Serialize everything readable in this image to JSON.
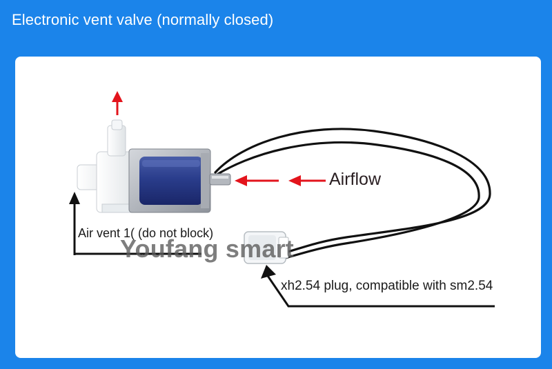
{
  "header": {
    "title": "Electronic vent valve (normally closed)"
  },
  "photo": {
    "labels": {
      "airflow": "Airflow",
      "vent": "Air vent 1( (do not block)",
      "plug": "xh2.54 plug, compatible with sm2.54"
    },
    "watermark": "Youfang smart",
    "colors": {
      "arrow": "#e3141c",
      "background": "#1b84ea",
      "coil": "#2a3d8c"
    }
  }
}
